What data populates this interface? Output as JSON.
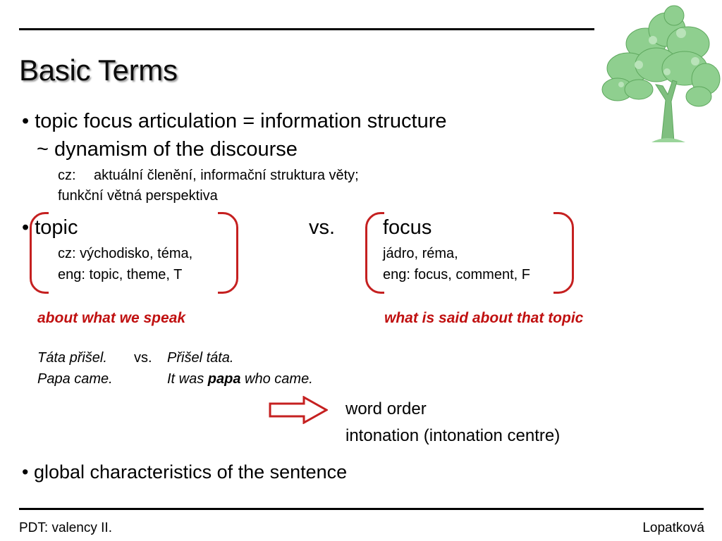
{
  "slide": {
    "title": "Basic Terms",
    "bullet1": {
      "main": "• topic focus articulation = information structure",
      "sub": "~  dynamism of the discourse",
      "cz_label": "cz:",
      "cz_text": "aktuální členění, informační struktura věty;",
      "cz_text2": "funkční větná perspektiva"
    },
    "bullet2": {
      "topic_label": "• topic",
      "vs": "vs.",
      "focus_label": "focus",
      "topic_cz": "cz: východisko, téma,",
      "topic_eng": "eng: topic, theme, T",
      "focus_cz": "jádro, réma,",
      "focus_eng": "eng: focus, comment, F",
      "topic_emph": "about what we speak",
      "focus_emph": "what is said about that topic"
    },
    "examples": {
      "cz1": "Táta přišel.",
      "vs": "vs.",
      "cz2": "Přišel táta.",
      "en1": "Papa came.",
      "en2_pre": "It was ",
      "en2_bold": "papa",
      "en2_post": " who came."
    },
    "means": {
      "line1": "word order",
      "line2": "intonation (intonation centre)"
    },
    "bullet3": "• global characteristics of the sentence"
  },
  "footer": {
    "left": "PDT: valency II.",
    "right": "Lopatková"
  },
  "colors": {
    "accent_red": "#c52020",
    "tree_green": "#86c886"
  },
  "icons": {
    "tree": "tree-illustration",
    "arrow": "right-arrow-outline"
  }
}
